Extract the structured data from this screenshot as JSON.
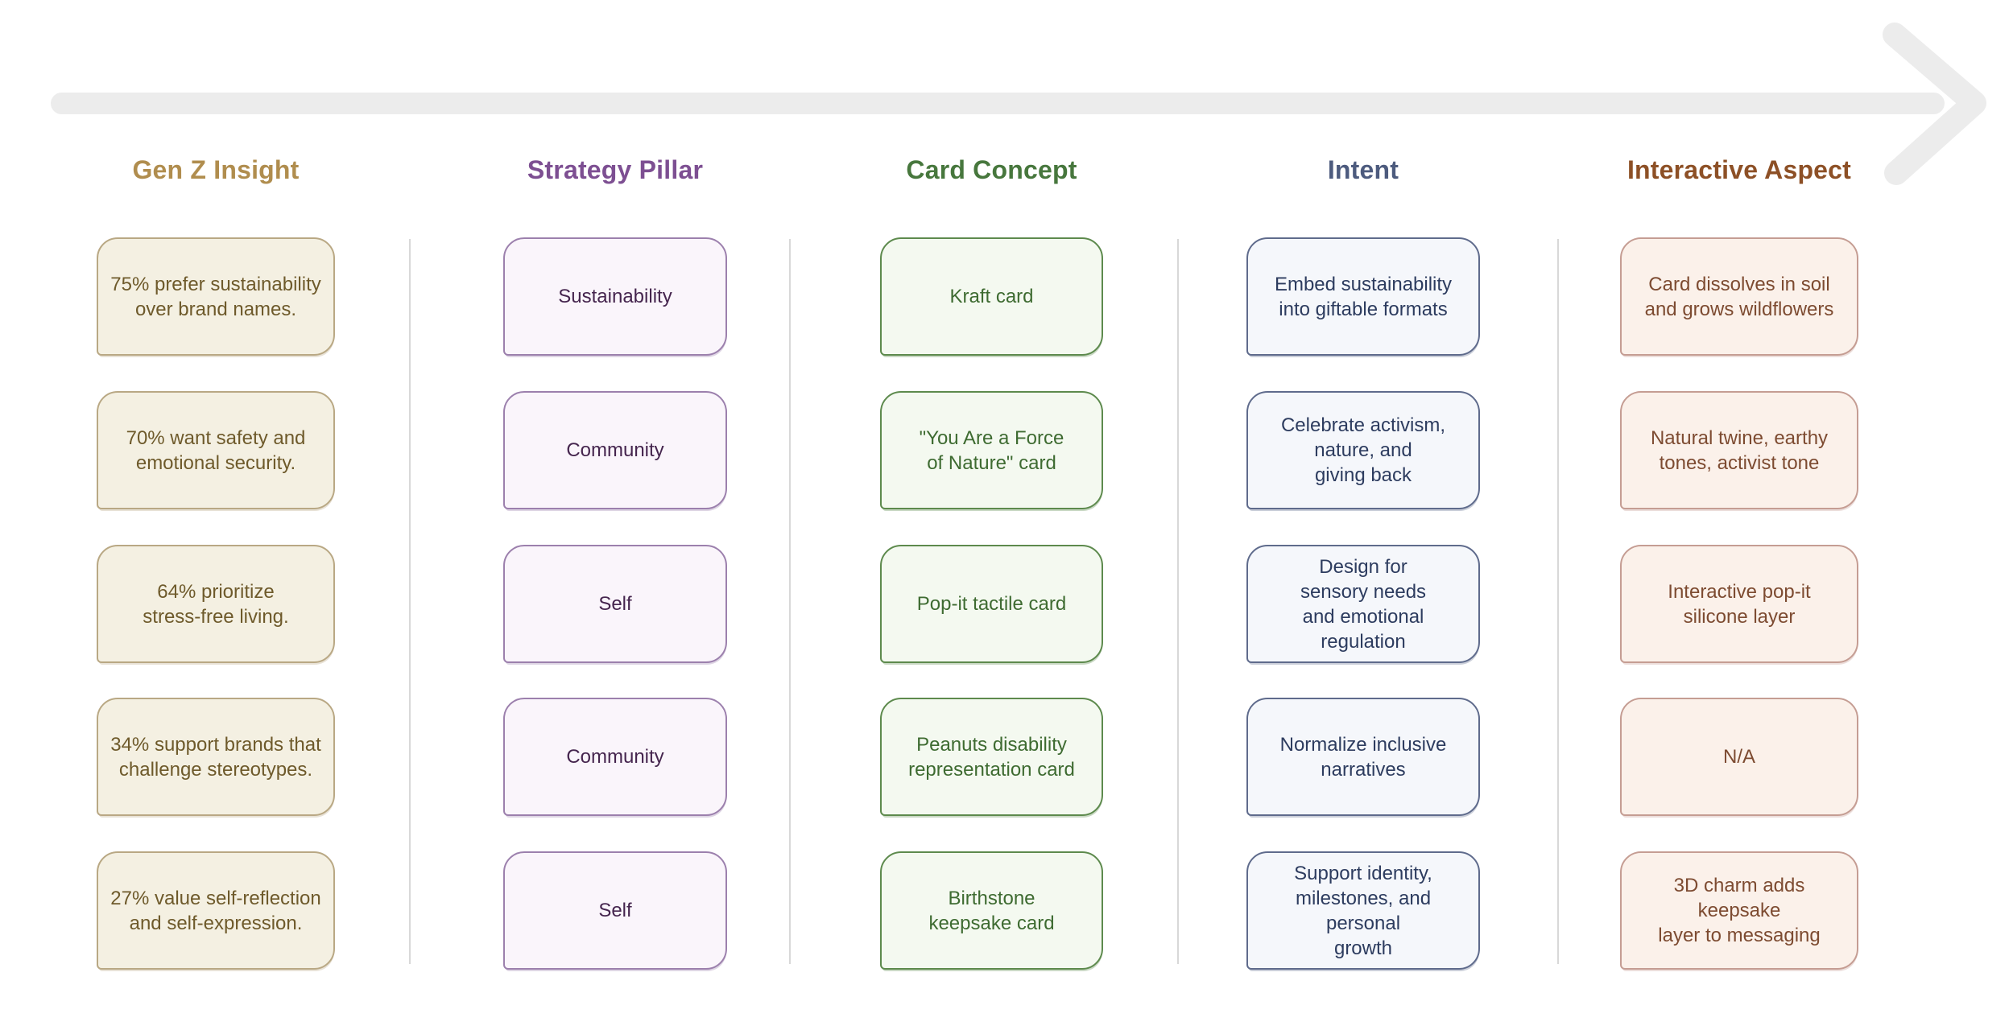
{
  "diagram": {
    "arrow_color": "#ececec",
    "divider_color": "#d8d8d8",
    "columns": [
      {
        "header": "Gen Z Insight",
        "colors": {
          "header": "#b08d4e",
          "fill": "#f4f0e2",
          "border": "#b9a884",
          "text": "#6e5a2b"
        },
        "cards": [
          "75% prefer sustainability\nover brand names.",
          "70% want safety and\nemotional security.",
          "64% prioritize\nstress-free living.",
          "34% support brands that\nchallenge stereotypes.",
          "27% value self-reflection\nand self-expression."
        ]
      },
      {
        "header": "Strategy Pillar",
        "colors": {
          "header": "#7d4f92",
          "fill": "#faf5fb",
          "border": "#9c80ad",
          "text": "#45254e"
        },
        "cards": [
          "Sustainability",
          "Community",
          "Self",
          "Community",
          "Self"
        ]
      },
      {
        "header": "Card Concept",
        "colors": {
          "header": "#47773d",
          "fill": "#f4f9f0",
          "border": "#5d8a4d",
          "text": "#3e6b31"
        },
        "cards": [
          "Kraft card",
          "\"You Are a Force\nof Nature\" card",
          "Pop-it tactile card",
          "Peanuts disability\nrepresentation card",
          "Birthstone\nkeepsake card"
        ]
      },
      {
        "header": "Intent",
        "colors": {
          "header": "#4d5b7e",
          "fill": "#f5f7fb",
          "border": "#5f6b8c",
          "text": "#2d3c5f"
        },
        "cards": [
          "Embed sustainability\ninto giftable formats",
          "Celebrate activism,\nnature, and\ngiving back",
          "Design for\nsensory needs\nand emotional\nregulation",
          "Normalize inclusive\nnarratives",
          "Support identity,\nmilestones, and personal\ngrowth"
        ]
      },
      {
        "header": "Interactive Aspect",
        "colors": {
          "header": "#8d5026",
          "fill": "#fbf1ea",
          "border": "#c59d93",
          "text": "#7d4b31"
        },
        "cards": [
          "Card dissolves in soil\nand grows wildflowers",
          "Natural twine, earthy\ntones, activist tone",
          "Interactive pop-it\nsilicone layer",
          "N/A",
          "3D charm adds keepsake\nlayer to messaging"
        ]
      }
    ]
  }
}
